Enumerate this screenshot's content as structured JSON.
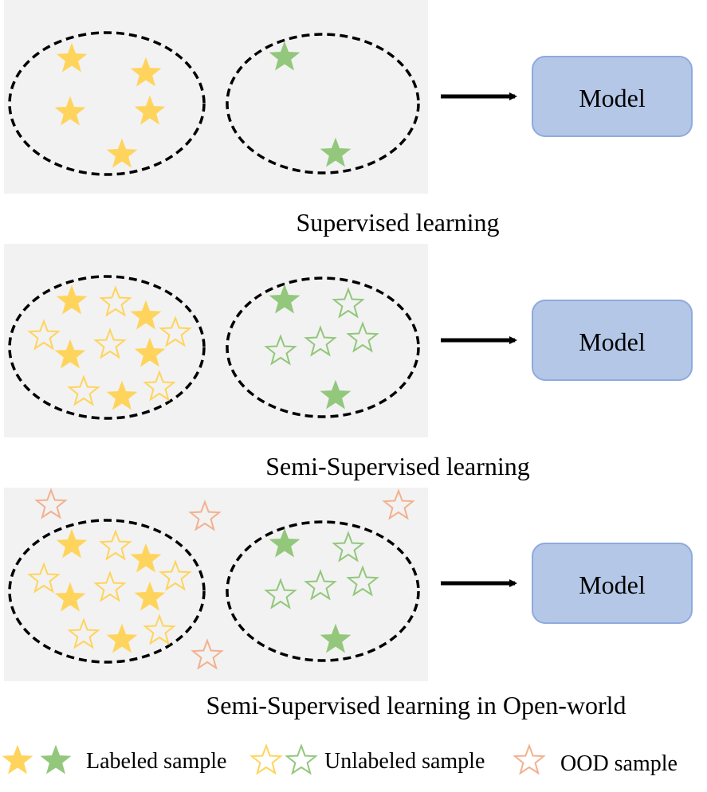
{
  "panels": [
    {
      "caption": "Supervised learning",
      "model_label": "Model",
      "left_cluster": {
        "labeled": [
          [
            90,
            74
          ],
          [
            183,
            92
          ],
          [
            88,
            141
          ],
          [
            188,
            140
          ],
          [
            153,
            194
          ]
        ],
        "unlabeled": []
      },
      "right_cluster": {
        "labeled": [
          [
            357,
            72
          ],
          [
            421,
            193
          ]
        ],
        "unlabeled": []
      },
      "ood": []
    },
    {
      "caption": "Semi-Supervised learning",
      "model_label": "Model",
      "left_cluster": {
        "labeled": [
          [
            90,
            378
          ],
          [
            183,
            397
          ],
          [
            88,
            446
          ],
          [
            188,
            444
          ],
          [
            153,
            498
          ]
        ],
        "unlabeled": [
          [
            145,
            380
          ],
          [
            55,
            422
          ],
          [
            220,
            418
          ],
          [
            138,
            433
          ],
          [
            105,
            492
          ],
          [
            200,
            486
          ]
        ]
      },
      "right_cluster": {
        "labeled": [
          [
            357,
            377
          ],
          [
            421,
            497
          ]
        ],
        "unlabeled": [
          [
            437,
            382
          ],
          [
            352,
            441
          ],
          [
            402,
            430
          ],
          [
            455,
            425
          ]
        ]
      },
      "ood": []
    },
    {
      "caption": "Semi-Supervised learning in Open-world",
      "model_label": "Model",
      "left_cluster": {
        "labeled": [
          [
            90,
            684
          ],
          [
            183,
            702
          ],
          [
            88,
            751
          ],
          [
            188,
            750
          ],
          [
            153,
            803
          ]
        ],
        "unlabeled": [
          [
            145,
            686
          ],
          [
            55,
            727
          ],
          [
            220,
            724
          ],
          [
            138,
            738
          ],
          [
            105,
            797
          ],
          [
            200,
            792
          ]
        ]
      },
      "right_cluster": {
        "labeled": [
          [
            357,
            683
          ],
          [
            421,
            803
          ]
        ],
        "unlabeled": [
          [
            437,
            688
          ],
          [
            352,
            747
          ],
          [
            402,
            736
          ],
          [
            455,
            731
          ]
        ]
      },
      "ood": [
        [
          64,
          634
        ],
        [
          257,
          649
        ],
        [
          500,
          635
        ],
        [
          260,
          823
        ]
      ]
    }
  ],
  "legend": {
    "labeled_label": "Labeled sample",
    "unlabeled_label": "Unlabeled sample",
    "ood_label": "OOD sample"
  },
  "colors": {
    "class_a_yellow": "#FFD45C",
    "class_b_green": "#92C77C",
    "ood_orange": "#F3B08E",
    "model_box_fill": "#B4C7E7",
    "model_box_stroke": "#8FAADC",
    "panel_background": "#F2F2F2"
  }
}
